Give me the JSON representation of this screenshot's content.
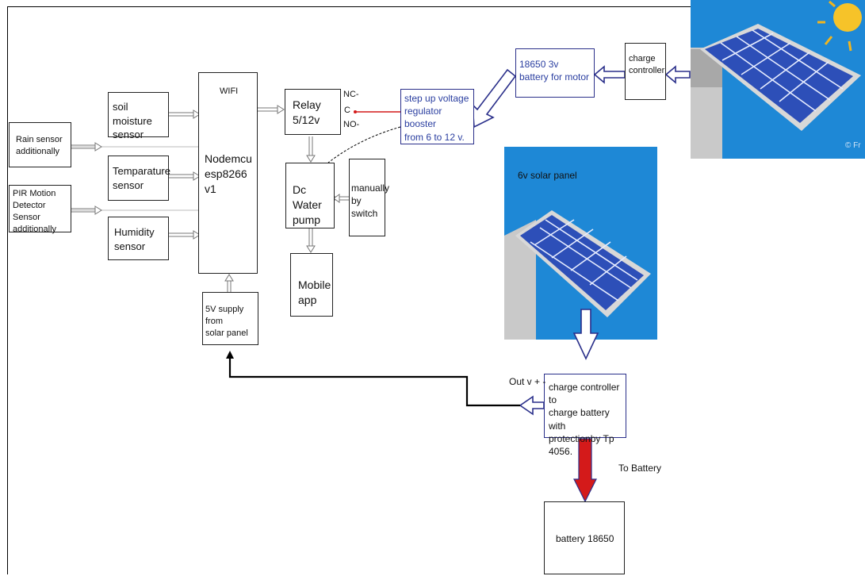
{
  "blocks": {
    "rain_sensor": "Rain sensor\nadditionally",
    "pir_sensor": "PIR Motion\nDetector Sensor\nadditionally",
    "soil_sensor": "soil moisture\nsensor",
    "temp_sensor": "Temparature\nsensor",
    "humidity_sensor": "Humidity\nsensor",
    "mcu_wifi": "WIFI",
    "mcu_name": "Nodemcu\nesp8266 v1",
    "supply_5v": "5V supply from\nsolar panel",
    "relay": "Relay\n5/12v",
    "pump": "Dc Water\npump",
    "switch": "manually\nby switch",
    "mobile": "Mobile\napp",
    "booster": "step up voltage\nregulator booster\nfrom 6 to 12 v.",
    "battery_motor": "18650 3v\nbattery for motor",
    "charge_controller_top": "charge\ncontroller",
    "charge_controller_bottom": "charge controller to\ncharge battery with\nprotectionby Tp 4056.",
    "battery": "battery 18650"
  },
  "labels": {
    "nc": "NC-",
    "c": "C",
    "no": "NO-",
    "solar_6v": "6v solar panel",
    "out_v": "Out v  + -",
    "to_battery": "To Battery",
    "watermark": "© Fr"
  },
  "colors": {
    "sky": "#1e88d6",
    "panel_cell": "#2d4fb8",
    "outline_blue": "#2a2f8a",
    "arrow_red": "#d41a1a"
  }
}
